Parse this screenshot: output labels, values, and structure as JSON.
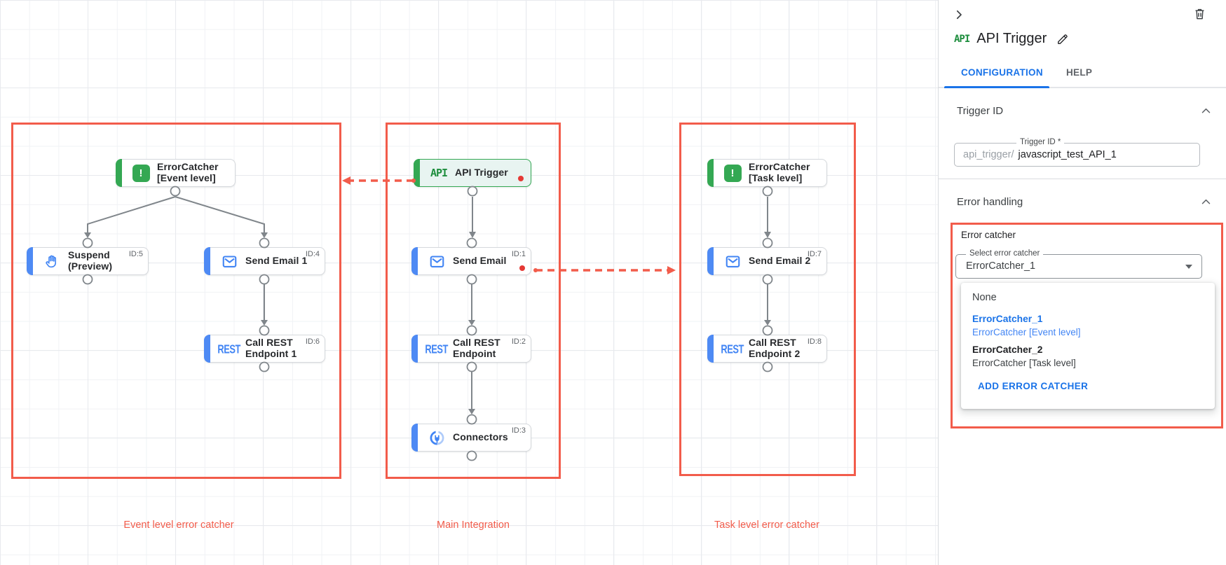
{
  "canvas": {
    "groups": [
      {
        "label": "Event level error catcher"
      },
      {
        "label": "Main Integration"
      },
      {
        "label": "Task level error catcher"
      }
    ],
    "icon_text": {
      "api": "API",
      "rest": "REST",
      "exclamation": "!"
    },
    "nodes": [
      {
        "line1": "ErrorCatcher",
        "line2": "[Event level]",
        "badge": ""
      },
      {
        "line1": "Suspend",
        "line2": "(Preview)",
        "badge": "ID:5"
      },
      {
        "line1": "Send Email 1",
        "line2": "",
        "badge": "ID:4"
      },
      {
        "line1": "Call REST",
        "line2": "Endpoint 1",
        "badge": "ID:6"
      },
      {
        "line1": "API Trigger",
        "line2": "",
        "badge": ""
      },
      {
        "line1": "Send Email",
        "line2": "",
        "badge": "ID:1"
      },
      {
        "line1": "Call REST",
        "line2": "Endpoint",
        "badge": "ID:2"
      },
      {
        "line1": "Connectors",
        "line2": "",
        "badge": "ID:3"
      },
      {
        "line1": "ErrorCatcher",
        "line2": "[Task level]",
        "badge": ""
      },
      {
        "line1": "Send Email 2",
        "line2": "",
        "badge": "ID:7"
      },
      {
        "line1": "Call REST",
        "line2": "Endpoint 2",
        "badge": "ID:8"
      }
    ]
  },
  "panel": {
    "title": "API Trigger",
    "tabs": [
      {
        "label": "CONFIGURATION",
        "active": true
      },
      {
        "label": "HELP",
        "active": false
      }
    ],
    "trigger_id": {
      "heading": "Trigger ID",
      "field_label": "Trigger ID *",
      "field_prefix": "api_trigger/",
      "field_value": "javascript_test_API_1"
    },
    "error_handling": {
      "heading": "Error handling",
      "error_catcher_label": "Error catcher",
      "select_label": "Select error catcher",
      "select_value": "ErrorCatcher_1",
      "menu": {
        "none_label": "None",
        "options": [
          {
            "name": "ErrorCatcher_1",
            "desc": "ErrorCatcher [Event level]"
          },
          {
            "name": "ErrorCatcher_2",
            "desc": "ErrorCatcher [Task level]"
          }
        ],
        "add_label": "ADD ERROR CATCHER"
      }
    }
  },
  "colors": {
    "accent_red": "#f25c4b",
    "accent_blue": "#4285f4",
    "accent_green": "#34a853",
    "link_blue": "#1a73e8",
    "connector_gray": "#80868b"
  }
}
